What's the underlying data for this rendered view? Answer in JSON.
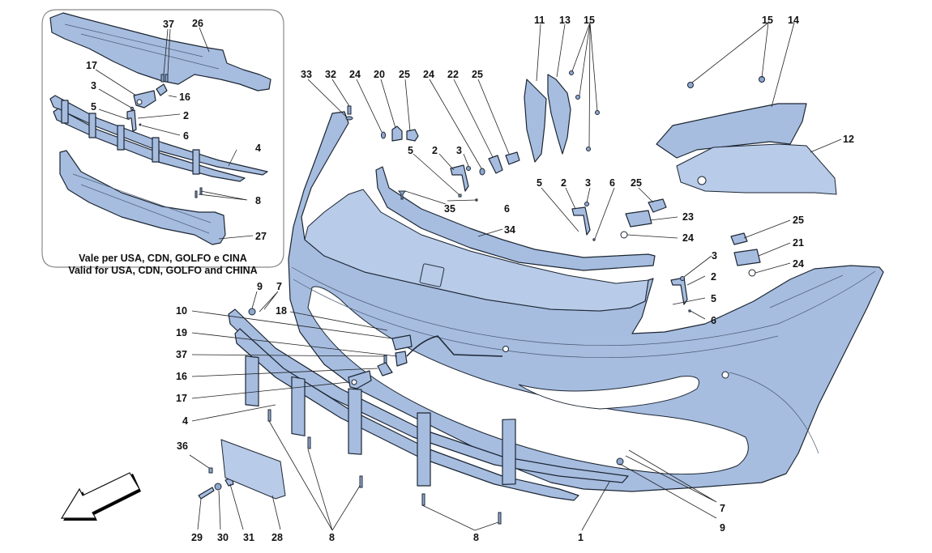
{
  "diagram": {
    "title": "Front bumper exploded view",
    "inset": {
      "caption_it": "Vale per USA, CDN, GOLFO e CINA",
      "caption_en": "Valid for USA, CDN, GOLFO and CHINA",
      "callouts": [
        "37",
        "26",
        "17",
        "16",
        "3",
        "2",
        "5",
        "6",
        "4",
        "8",
        "27"
      ]
    },
    "callouts": {
      "c33": "33",
      "c32": "32",
      "c24a": "24",
      "c20": "20",
      "c25a": "25",
      "c24b": "24",
      "c22": "22",
      "c25b": "25",
      "c11": "11",
      "c13": "13",
      "c15a": "15",
      "c15b": "15",
      "c14": "14",
      "c12": "12",
      "c5a": "5",
      "c2a": "2",
      "c3a": "3",
      "c6a": "6",
      "c35": "35",
      "c34": "34",
      "c5b": "5",
      "c2b": "2",
      "c3b": "3",
      "c6b": "6",
      "c25c": "25",
      "c23": "23",
      "c24c": "24",
      "c25d": "25",
      "c21": "21",
      "c24d": "24",
      "c3c": "3",
      "c2c": "2",
      "c5c": "5",
      "c6c": "6",
      "c9a": "9",
      "c7a": "7",
      "c10": "10",
      "c18": "18",
      "c19": "19",
      "c37": "37",
      "c16": "16",
      "c17": "17",
      "c4": "4",
      "c36": "36",
      "c29": "29",
      "c30": "30",
      "c31": "31",
      "c28": "28",
      "c8a": "8",
      "c8b": "8",
      "c1": "1",
      "c7b": "7",
      "c9b": "9"
    },
    "inset_callouts": {
      "i37": "37",
      "i26": "26",
      "i17": "17",
      "i16": "16",
      "i3": "3",
      "i2": "2",
      "i5": "5",
      "i6": "6",
      "i4": "4",
      "i8": "8",
      "i27": "27"
    },
    "direction_arrow": "front-direction-arrow"
  }
}
